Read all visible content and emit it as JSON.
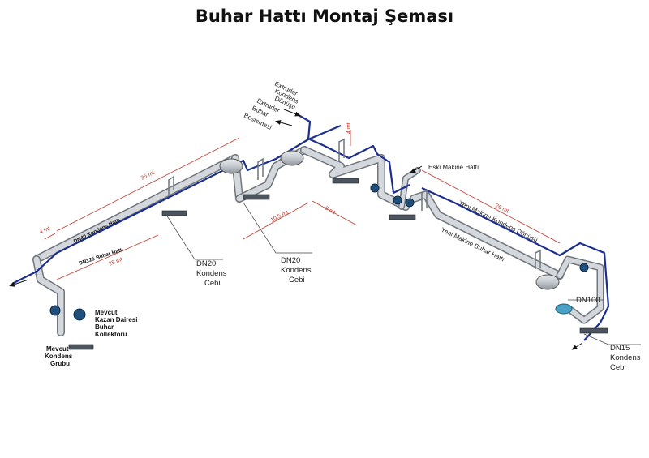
{
  "title": "Buhar Hattı Montaj Şeması",
  "colors": {
    "pipe_gray": "#c9cdd1",
    "pipe_dark": "#7d848b",
    "condensate_blue": "#1c2f8f",
    "dimension_red": "#c0392b",
    "valve_blue": "#1f4f7a",
    "trap_cyan": "#4aa3c7"
  },
  "pipe_labels": {
    "dn40_kondens": "DN40 Kondens Hattı",
    "dn125_buhar": "DN125 Buhar Hattı",
    "yeni_kondens": "Yeni Makine Kondens Dönüşü",
    "yeni_buhar": "Yeni Makine Buhar Hattı"
  },
  "dimensions": {
    "d35": "35 mt",
    "d25": "25 mt",
    "d4a": "4 mt",
    "d105": "10,5 mt",
    "d6": "6 mt",
    "d4b": "4 mt",
    "d26": "26 mt"
  },
  "callouts": {
    "extruder_kondens": [
      "Extruder",
      "Kondens",
      "Dönüşü"
    ],
    "extruder_buhar": [
      "Extruder",
      "Buhar",
      "Beslemesi"
    ],
    "eski_makine": "Eski Makine Hattı",
    "dn20_a": [
      "DN20",
      "Kondens",
      "Cebi"
    ],
    "dn20_b": [
      "DN20",
      "Kondens",
      "Cebi"
    ],
    "dn100": "DN100",
    "dn15": [
      "DN15",
      "Kondens",
      "Cebi"
    ],
    "mevcut_kazan": [
      "Mevcut",
      "Kazan Dairesi",
      "Buhar",
      "Kollektörü"
    ],
    "mevcut_kondens": [
      "Mevcut",
      "Kondens",
      "Grubu"
    ]
  }
}
